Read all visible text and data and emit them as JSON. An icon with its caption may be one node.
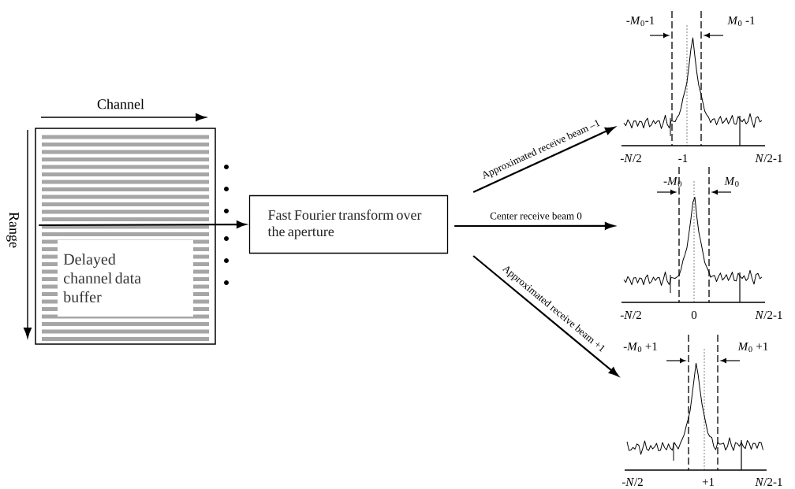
{
  "diagram": {
    "nodes": [
      {
        "text": [
          "Delayed channel data buffer"
        ]
      },
      {
        "text": [
          "Fast Fourier transform over the aperture"
        ]
      },
      {
        "text": [
          "-*M*$_{0}$-1",
          "*M*$_{0}$ -1",
          "-*N*/2",
          "-1",
          "*N*/2-1"
        ]
      },
      {
        "text": [
          "-*M*$_{0}$",
          "*M*$_{0}$",
          "-*N*/2",
          "0",
          "*N*/2-1"
        ]
      },
      {
        "text": [
          "-*M*$_{0}$ +1",
          "*M*$_{0}$ +1",
          "-*N*/2",
          "+1",
          "*N*/2-1"
        ]
      }
    ],
    "edges": [
      {
        "from": 0,
        "to": 1,
        "arrow": "to"
      },
      {
        "from": 1,
        "to": 2,
        "arrow": "to",
        "label": "Approximated receive beam –1"
      },
      {
        "from": 1,
        "to": 3,
        "arrow": "to",
        "label": "Center receive beam 0"
      },
      {
        "from": 1,
        "to": 4,
        "arrow": "to",
        "label": "Approximated receive beam +1"
      }
    ],
    "labels": [
      "Channel",
      "Range"
    ]
  }
}
